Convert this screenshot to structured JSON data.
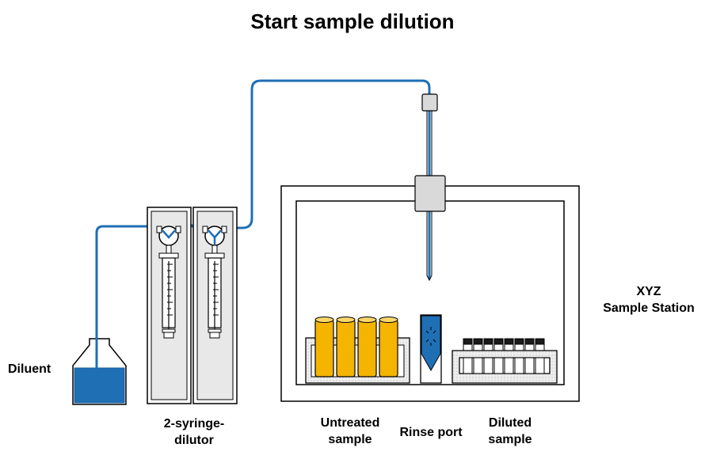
{
  "title": "Start sample dilution",
  "labels": {
    "diluent": "Diluent",
    "dilutor_line1": "2-syringe-",
    "dilutor_line2": "dilutor",
    "station_line1": "XYZ",
    "station_line2": "Sample Station",
    "untreated_line1": "Untreated",
    "untreated_line2": "sample",
    "rinse_port": "Rinse port",
    "diluted_line1": "Diluted",
    "diluted_line2": "sample"
  },
  "colors": {
    "tubing": "#1f6fb5",
    "diluent_liquid": "#1f6fb5",
    "sample_liquid": "#f5b400",
    "rack_fill": "#f2f2f2",
    "component_gray": "#d9d9d9"
  },
  "counts": {
    "untreated_tubes": 4,
    "diluted_tubes": 8
  }
}
